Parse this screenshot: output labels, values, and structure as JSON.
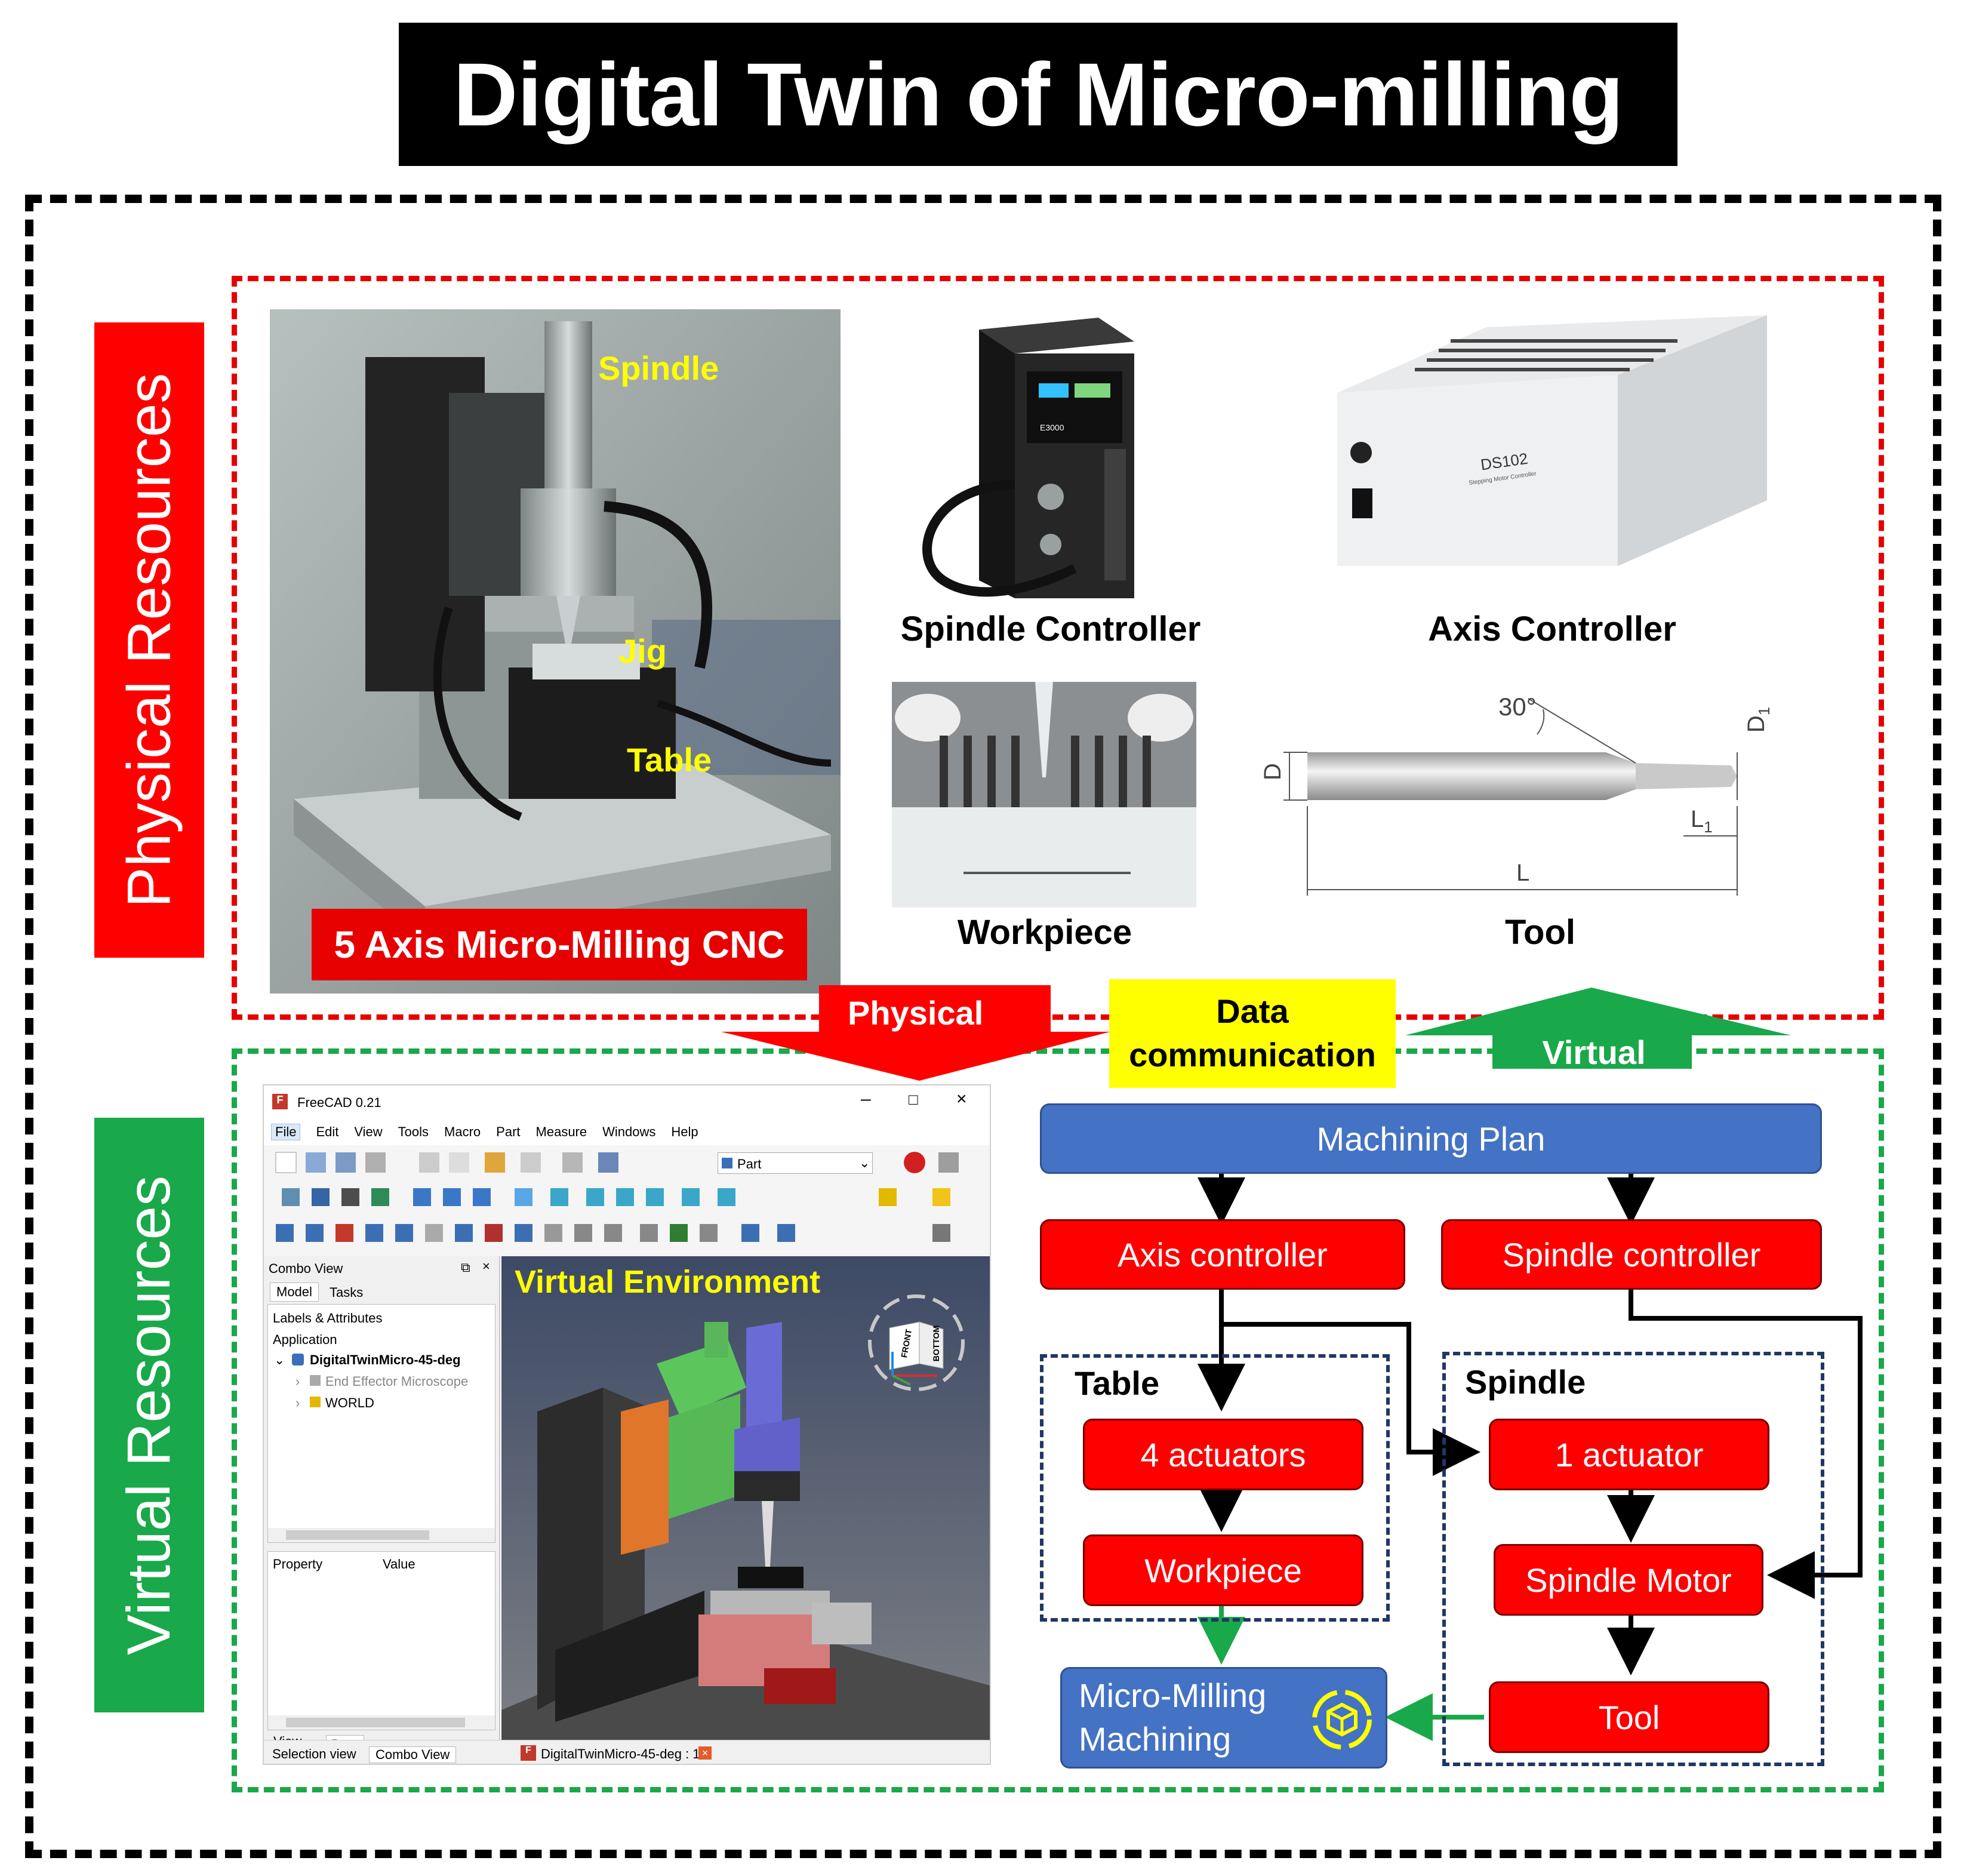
{
  "title": "Digital Twin of Micro-milling",
  "sections": {
    "physical": "Physical Resources",
    "virtual": "Virtual Resources"
  },
  "cnc_photo": {
    "labels": {
      "spindle": "Spindle",
      "jig": "Jig",
      "table": "Table"
    },
    "caption": "5 Axis Micro-Milling CNC"
  },
  "devices": {
    "spindle_controller": "Spindle Controller",
    "axis_controller": "Axis Controller",
    "workpiece": "Workpiece",
    "tool": "Tool",
    "spindle_ctrl_brand": "E3000",
    "axis_ctrl_model": "DS102",
    "axis_ctrl_sub": "Stepping Motor Controller"
  },
  "tool_drawing": {
    "angle": "30°",
    "d": "D",
    "d1": "D",
    "d1_sub": "1",
    "l": "L",
    "l1": "L",
    "l1_sub": "1"
  },
  "arrows": {
    "physical": "Physical",
    "data_communication": "Data communication",
    "virtual": "Virtual"
  },
  "freecad": {
    "app_title": "FreeCAD 0.21",
    "menu": [
      "File",
      "Edit",
      "View",
      "Tools",
      "Macro",
      "Part",
      "Measure",
      "Windows",
      "Help"
    ],
    "workbench": "Part",
    "combo_view": "Combo View",
    "tabs": [
      "Model",
      "Tasks"
    ],
    "labels_attributes": "Labels & Attributes",
    "application": "Application",
    "tree": {
      "root": "DigitalTwinMicro-45-deg",
      "children": [
        "End Effector Microscope",
        "WORLD"
      ]
    },
    "property_header": "Property",
    "value_header": "Value",
    "bottom_tabs": [
      "View",
      "Data"
    ],
    "footer_tabs": [
      "Selection view",
      "Combo View"
    ],
    "doc_tab": "DigitalTwinMicro-45-deg : 1*",
    "viewport_label": "Virtual Environment",
    "navcube": {
      "front": "FRONT",
      "bottom": "BOTTOM"
    }
  },
  "flow": {
    "machining_plan": "Machining Plan",
    "axis_controller": "Axis controller",
    "spindle_controller": "Spindle controller",
    "table_group": "Table",
    "spindle_group": "Spindle",
    "four_actuators": "4 actuators",
    "workpiece": "Workpiece",
    "one_actuator": "1 actuator",
    "spindle_motor": "Spindle Motor",
    "tool": "Tool",
    "micro_milling": "Micro-Milling",
    "machining": "Machining"
  },
  "colors": {
    "physical_red": "#e60000",
    "virtual_green": "#19a84a",
    "highlight_yellow": "#ffff00",
    "node_blue": "#4472c4",
    "node_red": "#ff0000"
  }
}
